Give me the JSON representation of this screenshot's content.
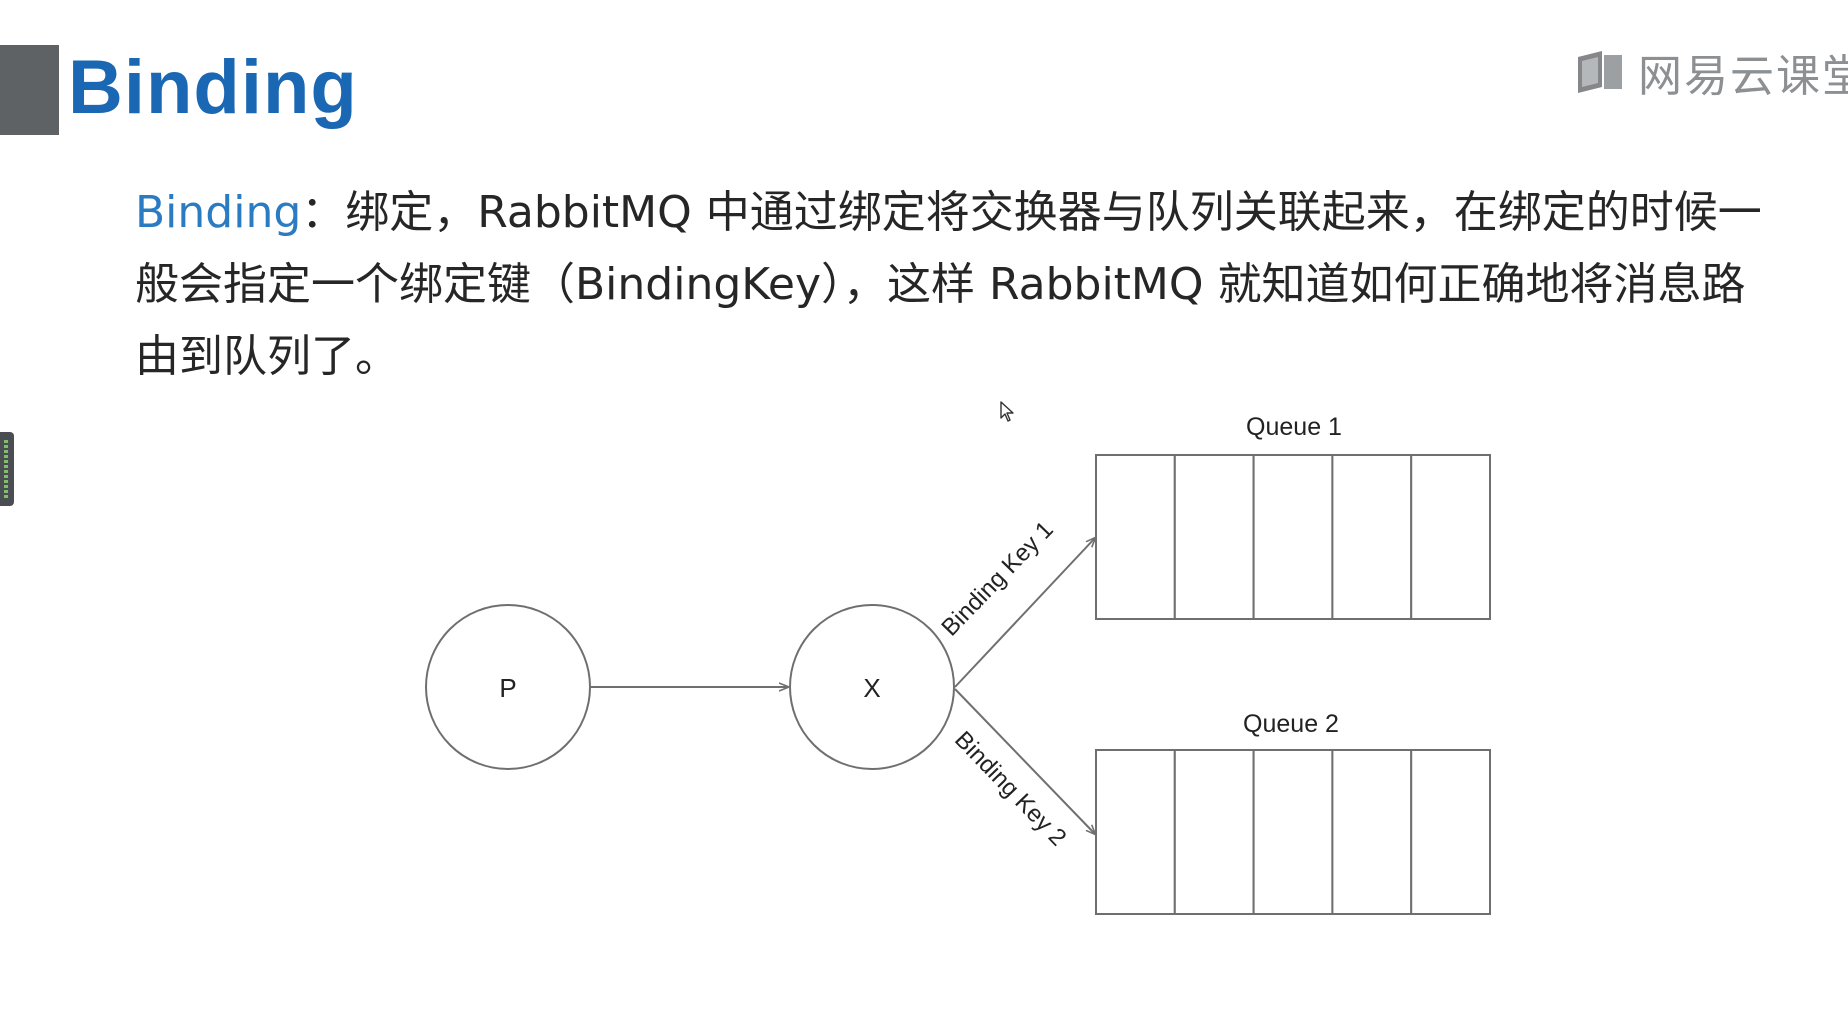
{
  "slide": {
    "title": "Binding",
    "watermark_text": "网易云课堂"
  },
  "paragraph": {
    "term": "Binding",
    "text": "：绑定，RabbitMQ 中通过绑定将交换器与队列关联起来，在绑定的时候一般会指定一个绑定键（BindingKey），这样 RabbitMQ 就知道如何正确地将消息路由到队列了。"
  },
  "diagram": {
    "producer_label": "P",
    "exchange_label": "X",
    "queue1_label": "Queue 1",
    "queue2_label": "Queue 2",
    "binding_key1_label": "Binding Key 1",
    "binding_key2_label": "Binding Key 2",
    "queue_slots": 5
  },
  "colors": {
    "title": "#1a67b3",
    "term": "#2a7bc2",
    "title_bar": "#5f6265",
    "diagram_stroke": "#6f6f6f"
  },
  "icons": {
    "watermark": "book-icon",
    "cursor": "mouse-pointer-icon"
  }
}
